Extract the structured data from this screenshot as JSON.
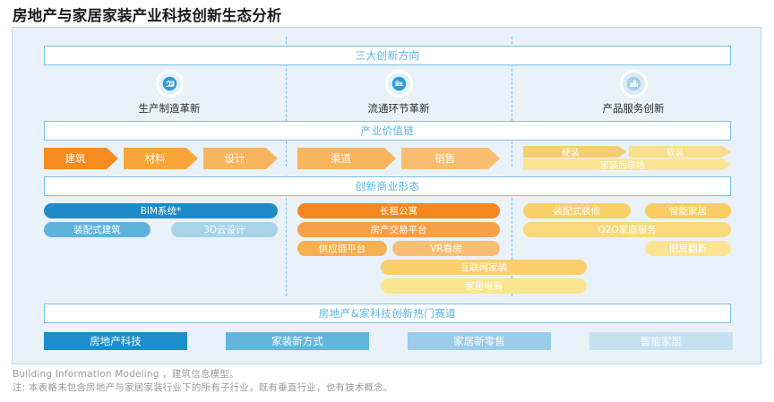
{
  "title": "房地产与家居家装产业科技创新生态分析",
  "bands": {
    "directions": "三大创新方向",
    "value_chain": "产业价值链",
    "business_forms": "创新商业形态",
    "hot_tracks": "房地产&家科技创新热门赛道"
  },
  "directions": [
    {
      "label": "生产制造革新",
      "icon": "manufacturing-icon"
    },
    {
      "label": "流通环节革新",
      "icon": "circulation-icon"
    },
    {
      "label": "产品服务创新",
      "icon": "product-service-icon"
    }
  ],
  "value_chain": {
    "column1": [
      {
        "label": "建筑",
        "color": "#f68b1f"
      },
      {
        "label": "材料",
        "color": "#f9a53a"
      },
      {
        "label": "设计",
        "color": "#f8b55e"
      }
    ],
    "column2": [
      {
        "label": "渠道",
        "color": "#f8b55e"
      },
      {
        "label": "销售",
        "color": "#f8bd6e"
      }
    ],
    "column3_row1": [
      {
        "label": "硬装",
        "color": "#f6ce72"
      },
      {
        "label": "软装",
        "color": "#fae08a"
      }
    ],
    "column3_row2": [
      {
        "label": "家装后市场",
        "color": "#fae691"
      }
    ]
  },
  "business_forms": {
    "column1": [
      {
        "label": "BIM系统*",
        "color": "#1e8bc8"
      },
      {
        "label": "装配式建筑",
        "color": "#5eb3dd"
      },
      {
        "label": "3D云设计",
        "color": "#a7d4ea"
      }
    ],
    "column2": [
      {
        "label": "长租公寓",
        "color": "#f5871f"
      },
      {
        "label": "房产交易平台",
        "color": "#f6a04a"
      },
      {
        "label": "供应链平台",
        "color": "#f7b04f"
      },
      {
        "label": "VR看房",
        "color": "#f8bf72"
      },
      {
        "label": "互联网家装",
        "color": "#fbd06a"
      },
      {
        "label": "家居电商",
        "color": "#fae58f"
      }
    ],
    "column3": [
      {
        "label": "装配式装修",
        "color": "#f9cf67"
      },
      {
        "label": "智能家居",
        "color": "#f9cd62"
      },
      {
        "label": "O2O家庭服务",
        "color": "#fad97c"
      },
      {
        "label": "旧房翻新",
        "color": "#fbe392"
      }
    ]
  },
  "hot_tracks": [
    {
      "label": "房地产科技",
      "color": "#1d8ec9"
    },
    {
      "label": "家装新方式",
      "color": "#62b6de"
    },
    {
      "label": "家居新零售",
      "color": "#9bcde8"
    },
    {
      "label": "智能家居",
      "color": "#c4e1f2"
    }
  ],
  "footnotes": {
    "line1": "Building Information Modeling ，建筑信息模型。",
    "line2": "注: 本表格未包含房地产与家居家装行业下的所有子行业，既有垂直行业，也有技术概念。"
  },
  "colors": {
    "panel_bg": "#e9f2f9",
    "panel_border": "#b9d9ec",
    "band_border": "#7cc0e8",
    "band_text": "#59b4e4",
    "separator": "#7cc0e8"
  }
}
